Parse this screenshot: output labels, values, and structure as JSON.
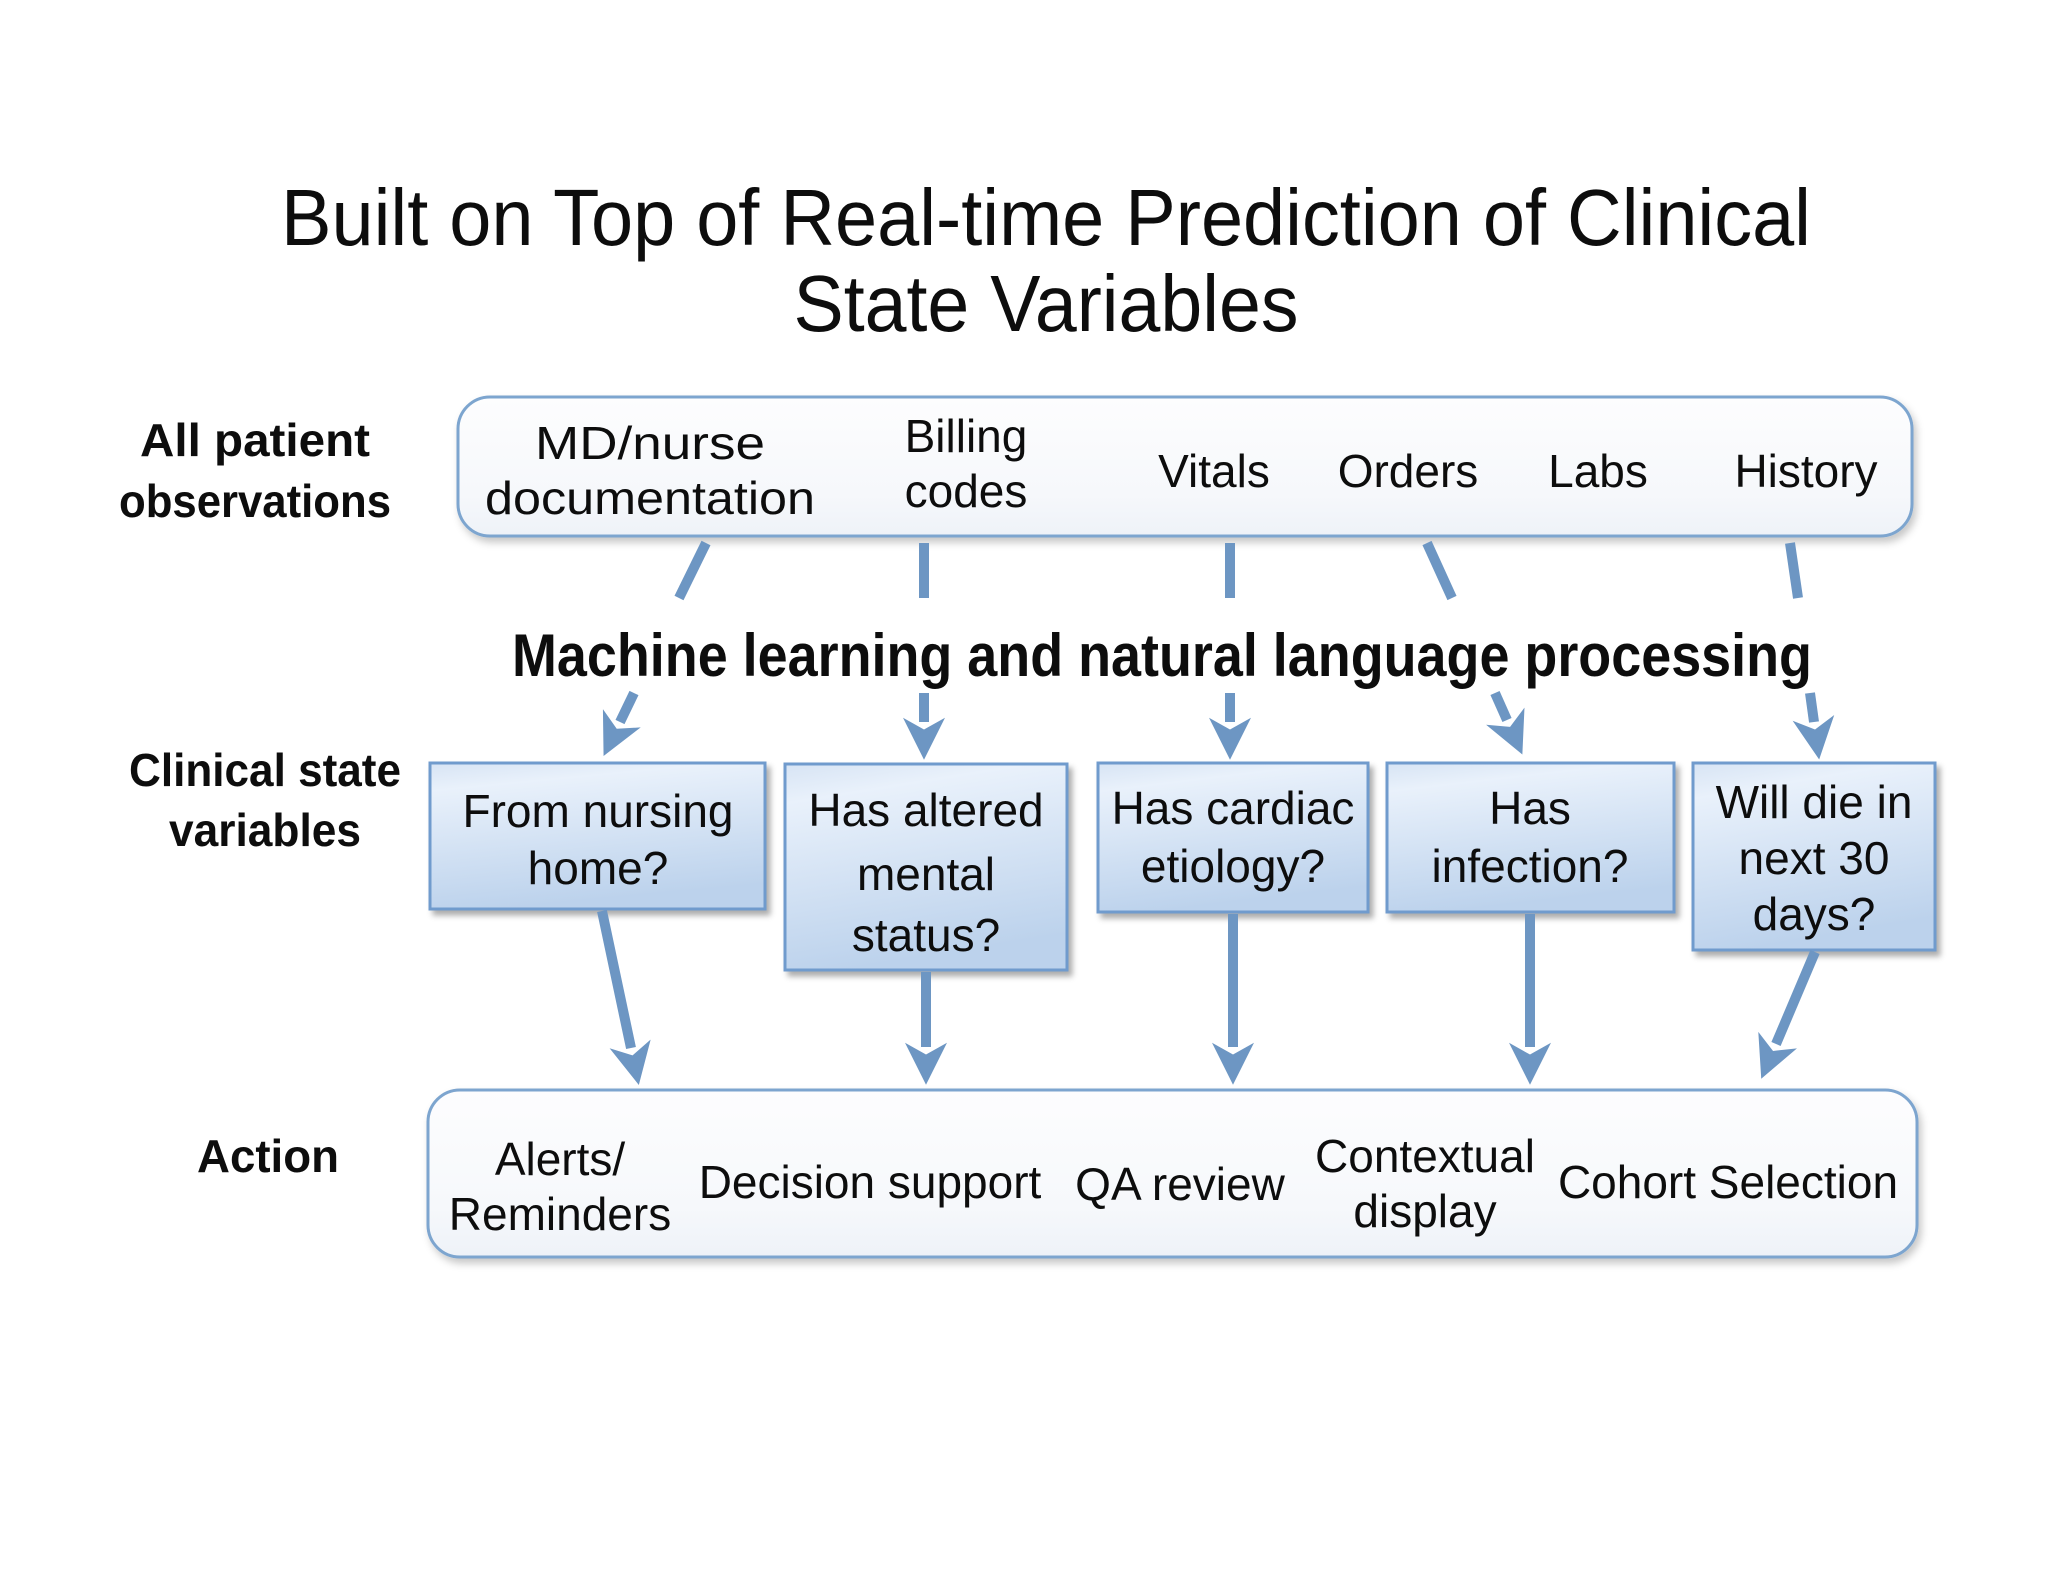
{
  "title": {
    "line1": "Built on Top of Real-time Prediction of Clinical",
    "line2": "State Variables"
  },
  "row_labels": {
    "observations_line1": "All patient",
    "observations_line2": "observations",
    "clinical_line1": "Clinical state",
    "clinical_line2": "variables",
    "action": "Action"
  },
  "observations": {
    "items": [
      {
        "line1": "MD/nurse",
        "line2": "documentation"
      },
      {
        "line1": "Billing",
        "line2": "codes"
      },
      {
        "line1": "Vitals"
      },
      {
        "line1": "Orders"
      },
      {
        "line1": "Labs"
      },
      {
        "line1": "History"
      }
    ]
  },
  "ml_banner": {
    "text": "Machine learning and natural language processing"
  },
  "clinical_states": [
    {
      "line1": "From nursing",
      "line2": "home?"
    },
    {
      "line1": "Has altered",
      "line2": "mental",
      "line3": "status?"
    },
    {
      "line1": "Has cardiac",
      "line2": "etiology?"
    },
    {
      "line1": "Has",
      "line2": "infection?"
    },
    {
      "line1": "Will die in",
      "line2": "next 30",
      "line3": "days?"
    }
  ],
  "actions": {
    "items": [
      {
        "line1": "Alerts/",
        "line2": "Reminders"
      },
      {
        "line1": "Decision support"
      },
      {
        "line1": "QA review"
      },
      {
        "line1": "Contextual",
        "line2": "display"
      },
      {
        "line1": "Cohort Selection"
      }
    ]
  },
  "colors": {
    "arrow": "#6d96c3",
    "outer_box_border": "#7da5cf",
    "state_box_border": "#6f9bcd",
    "banner_red": "#ff0000",
    "text": "#0d0d0d"
  }
}
